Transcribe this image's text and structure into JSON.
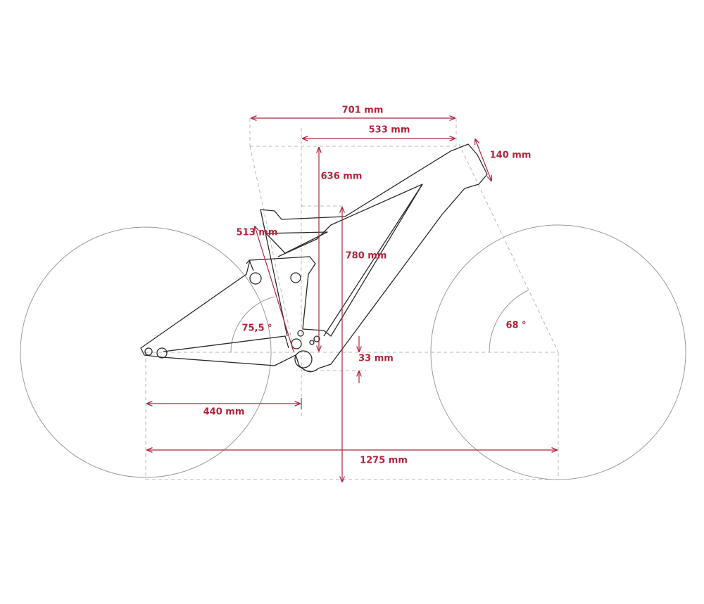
{
  "colors": {
    "dimension": "#b3243c",
    "wheel": "#9a9a9a",
    "guide": "#b8b8b8",
    "frame": "#2a2a2a"
  },
  "dimensions": {
    "reach_total": "701 mm",
    "reach": "533 mm",
    "head_tube": "140 mm",
    "stack": "636 mm",
    "seat_tube": "513 mm",
    "standover": "780 mm",
    "seat_angle": "75,5 °",
    "head_angle": "68 °",
    "bb_drop": "33 mm",
    "chainstay": "440 mm",
    "wheelbase": "1275 mm"
  }
}
